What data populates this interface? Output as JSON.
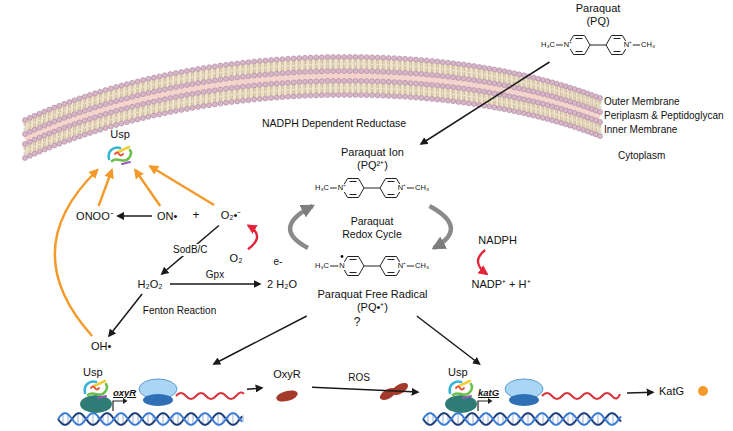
{
  "diagram": {
    "nodes": [
      {
        "text": [
          "Paraquat",
          "(PQ)"
        ]
      },
      {
        "text": [
          "Paraquat Ion",
          "(PQ²⁺)"
        ]
      },
      {
        "text": [
          "Usp"
        ]
      },
      {
        "text": [
          "ONOO⁻"
        ]
      },
      {
        "text": [
          "ON•"
        ]
      },
      {
        "text": [
          "O₂•⁻"
        ]
      },
      {
        "text": [
          "O₂"
        ]
      },
      {
        "text": [
          "NADPH"
        ]
      },
      {
        "text": [
          "NADP⁺ + H⁺"
        ]
      },
      {
        "text": [
          "H₂O₂"
        ]
      },
      {
        "text": [
          "2 H₂O"
        ]
      },
      {
        "text": [
          "Paraquat Free Radical",
          "(PQ•⁺)"
        ]
      },
      {
        "text": [
          "OH•"
        ]
      },
      {
        "text": [
          "Usp",
          "oxyR"
        ]
      },
      {
        "text": [
          "OxyR"
        ]
      },
      {
        "text": [
          "Usp",
          "katG"
        ]
      },
      {
        "text": [
          "KatG"
        ]
      }
    ],
    "edges": [
      {
        "from": 0,
        "to": 1,
        "arrow": "to"
      },
      {
        "from": 1,
        "to": 11,
        "arrow": "to"
      },
      {
        "from": 11,
        "to": 1,
        "arrow": "to"
      },
      {
        "from": 7,
        "to": 8,
        "arrow": "to"
      },
      {
        "from": 6,
        "to": 5,
        "arrow": "to"
      },
      {
        "from": 4,
        "to": 3,
        "arrow": "to"
      },
      {
        "from": 5,
        "to": 9,
        "label": "SodB/C",
        "arrow": "to"
      },
      {
        "from": 9,
        "to": 10,
        "label": "Gpx",
        "arrow": "to"
      },
      {
        "from": 9,
        "to": 12,
        "label": "Fenton Reaction",
        "arrow": "to"
      },
      {
        "from": 3,
        "to": 2,
        "arrow": "to"
      },
      {
        "from": 4,
        "to": 2,
        "arrow": "to"
      },
      {
        "from": 5,
        "to": 2,
        "arrow": "to"
      },
      {
        "from": 12,
        "to": 2,
        "arrow": "to"
      },
      {
        "from": 11,
        "to": 13,
        "arrow": "to"
      },
      {
        "from": 11,
        "to": 15,
        "arrow": "to"
      },
      {
        "from": 13,
        "to": 14,
        "arrow": "to"
      },
      {
        "from": 14,
        "to": 15,
        "label": "ROS",
        "arrow": "to"
      },
      {
        "from": 15,
        "to": 16,
        "arrow": "to"
      }
    ],
    "labels": [
      "NADPH Dependent Reductase",
      "Outer Membrane",
      "Periplasm & Peptidoglycan",
      "Inner Membrane",
      "Cytoplasm",
      "Paraquat Redox Cycle",
      "e-",
      "+",
      "?",
      "H₃C",
      "N⁺",
      "N⁺",
      "CH₃",
      "H₃C",
      "N⁺",
      "N⁺",
      "CH₃",
      "H₃C",
      "N",
      "N⁺",
      "CH₃"
    ]
  }
}
